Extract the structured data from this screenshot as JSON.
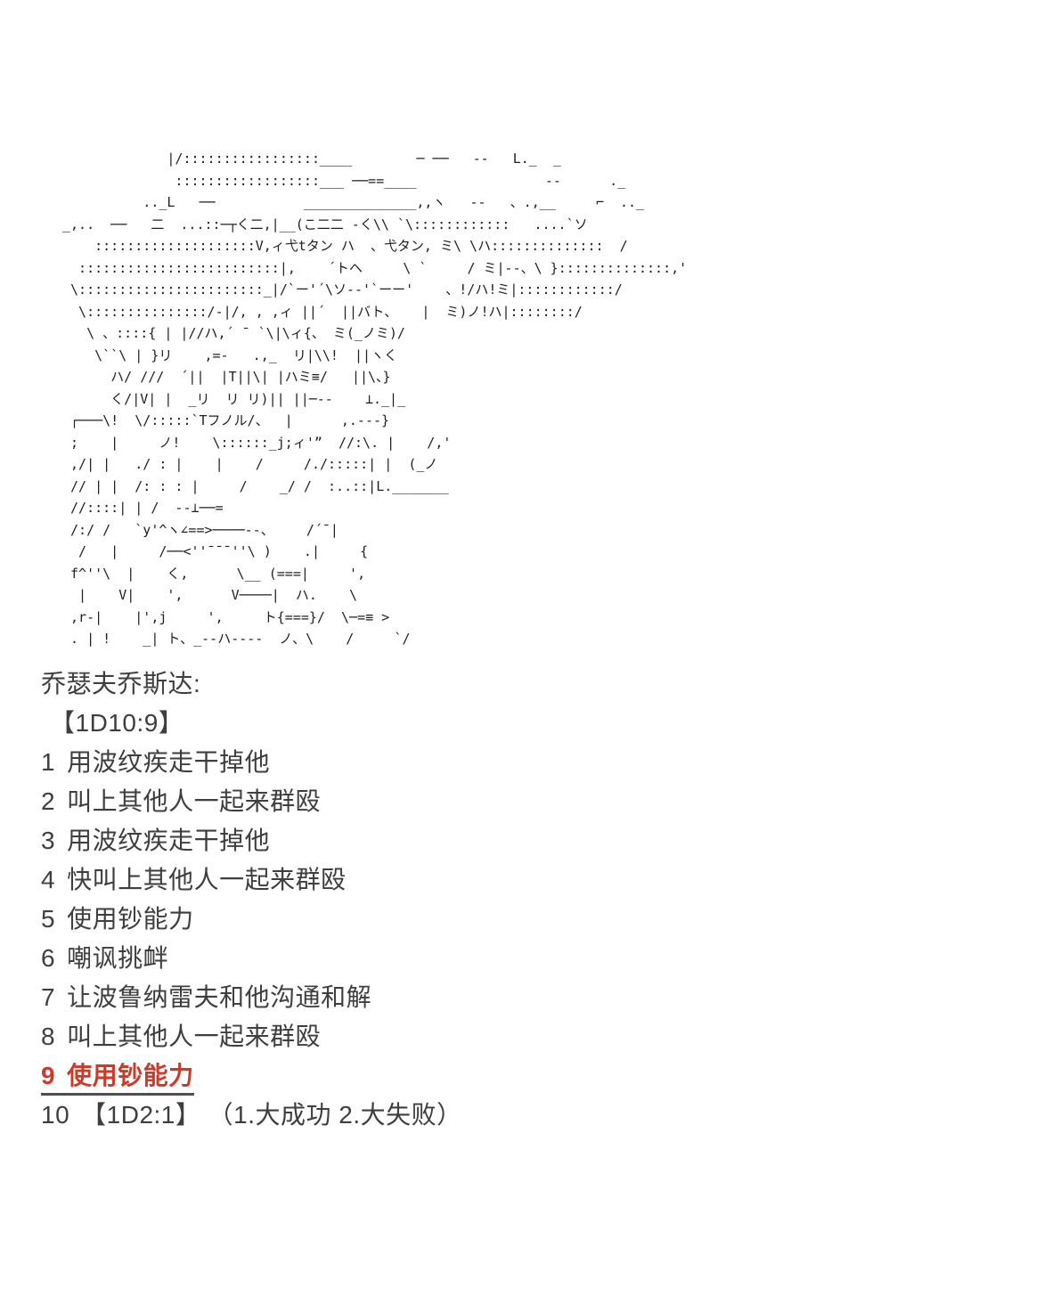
{
  "page": {
    "background_color": "#ffffff",
    "text_color": "#3e3e3e",
    "art_color": "#1f1f1f",
    "accent_color": "#cf3a28"
  },
  "ascii_art": {
    "lines": [
      "             |/:::::::::::::::::____        ─ ──   --   L._  _",
      "              ::::::::::::::::::___ ──==____                --      ._",
      "          .._L   ──           ______________,,ヽ   --   、.,__     ⌐  .._",
      "_,..  ──   二  ...::─┬く二,|__(こ二二 -く\\\\ `\\::::::::::::   ....`ソ",
      "    ::::::::::::::::::::V,ィ弋tタン ハ  、弋タン, ミ\\ \\ハ::::::::::::::  /",
      "  :::::::::::::::::::::::::|,    ´トヘ     \\ `     / ミ|--、\\ }::::::::::::::,'",
      " \\:::::::::::::::::::::::_|/`ー'´\\ソ--'`ーー'    、!/ハ!ミ|::::::::::::/",
      "  \\:::::::::::::::/-|/, , ,ィ ||´  ||バト、   |  ミ)ノ!ハ|::::::::/",
      "   \\ 、::::{ | |//ハ,´ ¯ `\\|\\ィ{、 ミ(_ノミ)/",
      "    \\``\\ | }リ    ,=-   .,_  リ|\\\\!  ||ヽく",
      "      ハ/ ///  ´||  |T||\\| |ハミ≡/   ||\\、}",
      "      く/|V| |  _リ  リ リ)|| ||─--    ⊥._|_",
      " ┌───\\!  \\/:::::`Tフノル/、  |      ,.---}",
      " ;    |     ノ!    \\::::::_j;ィ'”  //:\\. |    /,'",
      " ,/| |   ./ : |    |    /     /./:::::| |  (_ノ",
      " // | |  /: : : |     /    _/ /  :..::|L._______",
      " //::::| | /  --⊥──=",
      " /:/ /   `y'^ヽ∠==>────--、    /´¯|",
      "  /   |     /──<''¯¯¯''\\ )    .|     {",
      " f^''\\  |    く,      \\__ (===|     ',",
      "  |    V|    ',      V────|  ハ.    \\",
      " ,r-|    |',j     ',     ト{===}/  \\─=≡ >",
      " . | !    _| ト、_--ハ----  ノ、\\    /     `/"
    ]
  },
  "dialogue": {
    "speaker": "乔瑟夫乔斯达:",
    "dice": "【1D10:9】",
    "options": [
      {
        "num": "1",
        "text": "用波纹疾走干掉他"
      },
      {
        "num": "2",
        "text": "叫上其他人一起来群殴"
      },
      {
        "num": "3",
        "text": "用波纹疾走干掉他"
      },
      {
        "num": "4",
        "text": "快叫上其他人一起来群殴"
      },
      {
        "num": "5",
        "text": "使用钞能力"
      },
      {
        "num": "6",
        "text": "嘲讽挑衅"
      },
      {
        "num": "7",
        "text": "让波鲁纳雷夫和他沟通和解"
      },
      {
        "num": "8",
        "text": "叫上其他人一起来群殴"
      },
      {
        "num": "9",
        "text": "使用钞能力",
        "highlight": true
      },
      {
        "num": "10",
        "text": "【1D2:1】 （1.大成功 2.大失败）"
      }
    ]
  }
}
